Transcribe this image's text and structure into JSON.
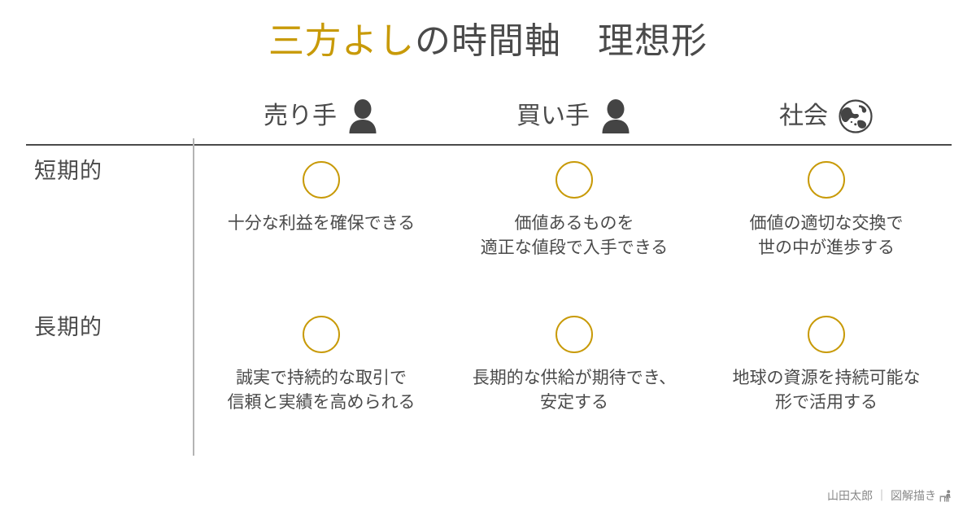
{
  "title": {
    "accent_text": "三方よし",
    "rest_text": "の時間軸　理想形",
    "accent_color": "#C89A08",
    "text_color": "#4A4A4A"
  },
  "columns": [
    {
      "label": "売り手",
      "icon": "person-icon"
    },
    {
      "label": "買い手",
      "icon": "person-icon"
    },
    {
      "label": "社会",
      "icon": "globe-icon"
    }
  ],
  "rows": [
    {
      "label": "短期的",
      "cells": [
        {
          "marker": "circle-marker",
          "text": "十分な利益を確保できる"
        },
        {
          "marker": "circle-marker",
          "text": "価値あるものを\n適正な値段で入手できる"
        },
        {
          "marker": "circle-marker",
          "text": "価値の適切な交換で\n世の中が進歩する"
        }
      ]
    },
    {
      "label": "長期的",
      "cells": [
        {
          "marker": "circle-marker",
          "text": "誠実で持続的な取引で\n信頼と実績を高められる"
        },
        {
          "marker": "circle-marker",
          "text": "長期的な供給が期待でき、\n安定する"
        },
        {
          "marker": "circle-marker",
          "text": "地球の資源を持続可能な\n形で活用する"
        }
      ]
    }
  ],
  "footer": {
    "author": "山田太郎",
    "separator": "｜",
    "role": "図解描き",
    "icon": "person-drawing-icon"
  },
  "colors": {
    "accent": "#C89A08",
    "text": "#4A4A4A",
    "muted": "#8A8A8A",
    "rule": "#4A4A4A",
    "divider": "#B4B4B4",
    "background": "#FFFFFF"
  }
}
